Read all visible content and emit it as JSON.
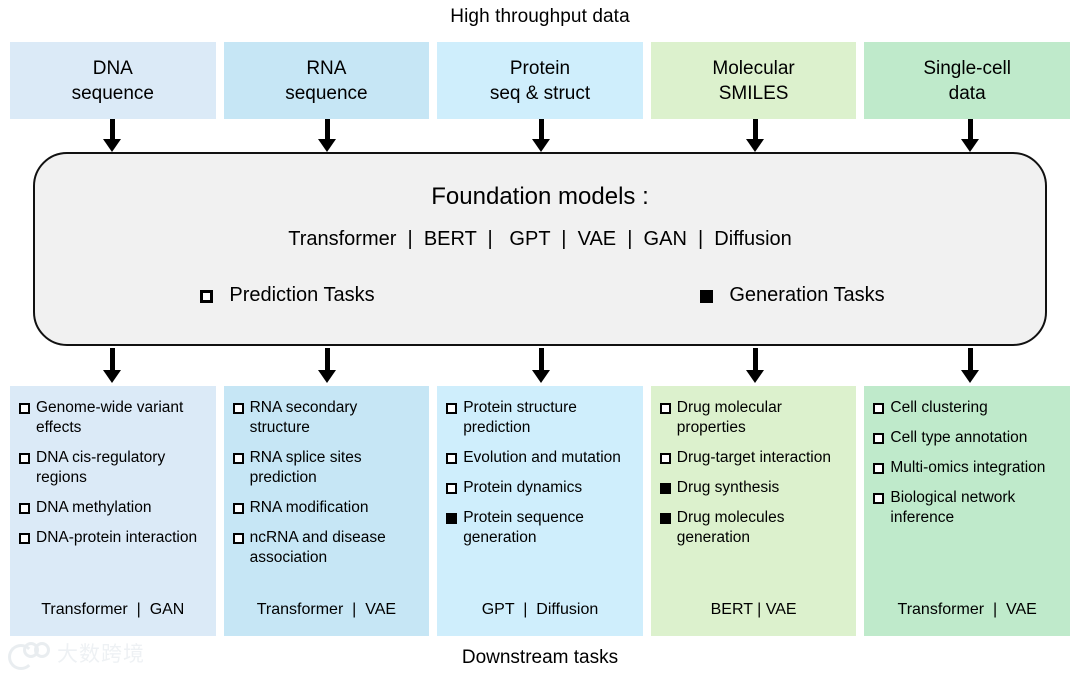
{
  "top_caption": "High throughput data",
  "bottom_caption": "Downstream tasks",
  "sources": [
    {
      "line1": "DNA",
      "line2": "sequence",
      "color": "#dbeaf7"
    },
    {
      "line1": "RNA",
      "line2": "sequence",
      "color": "#c6e6f5"
    },
    {
      "line1": "Protein",
      "line2": "seq & struct",
      "color": "#cfeefc"
    },
    {
      "line1": "Molecular",
      "line2": "SMILES",
      "color": "#dcf1cd"
    },
    {
      "line1": "Single-cell",
      "line2": "data",
      "color": "#bfeacb"
    }
  ],
  "foundation": {
    "title": "Foundation models :",
    "models": "Transformer  |  BERT  |   GPT  |  VAE  |  GAN  |  Diffusion",
    "legend": [
      {
        "marker": "hollow-square",
        "label": "Prediction Tasks"
      },
      {
        "marker": "filled-square",
        "label": "Generation Tasks"
      }
    ]
  },
  "tasks": [
    {
      "color": "#dbeaf7",
      "items": [
        {
          "marker": "hollow-square",
          "text": "Genome-wide variant effects"
        },
        {
          "marker": "hollow-square",
          "text": "DNA cis-regulatory regions"
        },
        {
          "marker": "hollow-square",
          "text": "DNA methylation"
        },
        {
          "marker": "hollow-square",
          "text": "DNA-protein interaction"
        }
      ],
      "models": "Transformer  |  GAN"
    },
    {
      "color": "#c6e6f5",
      "items": [
        {
          "marker": "hollow-square",
          "text": "RNA secondary structure"
        },
        {
          "marker": "hollow-square",
          "text": "RNA splice sites prediction"
        },
        {
          "marker": "hollow-square",
          "text": "RNA modification"
        },
        {
          "marker": "hollow-square",
          "text": "ncRNA and disease association"
        }
      ],
      "models": "Transformer  |  VAE"
    },
    {
      "color": "#cfeefc",
      "items": [
        {
          "marker": "hollow-square",
          "text": "Protein structure prediction"
        },
        {
          "marker": "hollow-square",
          "text": "Evolution and mutation"
        },
        {
          "marker": "hollow-square",
          "text": "Protein dynamics"
        },
        {
          "marker": "filled-square",
          "text": "Protein sequence generation"
        }
      ],
      "models": "GPT  |  Diffusion"
    },
    {
      "color": "#dcf1cd",
      "items": [
        {
          "marker": "hollow-square",
          "text": "Drug molecular properties"
        },
        {
          "marker": "hollow-square",
          "text": "Drug-target interaction"
        },
        {
          "marker": "filled-square",
          "text": "Drug synthesis"
        },
        {
          "marker": "filled-square",
          "text": "Drug molecules generation"
        }
      ],
      "models": "BERT | VAE"
    },
    {
      "color": "#bfeacb",
      "items": [
        {
          "marker": "hollow-square",
          "text": "Cell clustering"
        },
        {
          "marker": "hollow-square",
          "text": "Cell type annotation"
        },
        {
          "marker": "hollow-square",
          "text": "Multi-omics integration"
        },
        {
          "marker": "hollow-square",
          "text": "Biological network inference"
        }
      ],
      "models": "Transformer  |  VAE"
    }
  ],
  "watermark": {
    "text": "大数跨境"
  }
}
